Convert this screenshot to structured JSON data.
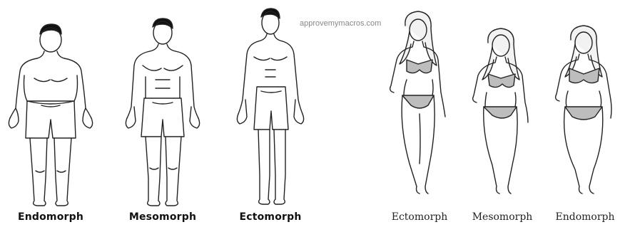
{
  "watermark": "approvemymacros.com",
  "male_labels": [
    "Endomorph",
    "Mesomorph",
    "Ectomorph"
  ],
  "female_labels": [
    "Ectomorph",
    "Mesomorph",
    "Endomorph"
  ],
  "colors": {
    "outline": "#222222",
    "bikini": "#bdbdbd",
    "hair": "#f2f2f2",
    "background": "#ffffff"
  }
}
